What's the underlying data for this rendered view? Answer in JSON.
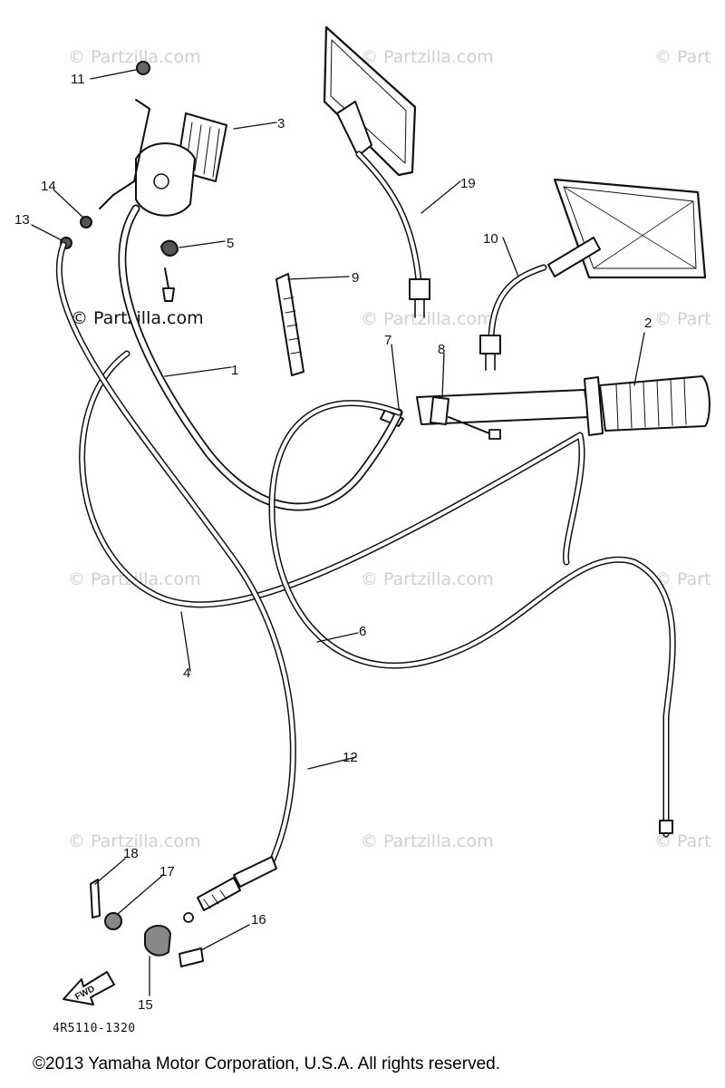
{
  "watermark": "© Partzilla.com",
  "watermark_partial": "© Part",
  "watermark_main": "© Partzilla.com",
  "callouts": [
    "1",
    "2",
    "3",
    "4",
    "5",
    "6",
    "7",
    "8",
    "9",
    "10",
    "11",
    "12",
    "13",
    "14",
    "15",
    "16",
    "17",
    "18",
    "19"
  ],
  "fwd_label": "FWD",
  "diagram_code": "4R5110-1320",
  "copyright": "©2013  Yamaha Motor Corporation, U.S.A. All rights reserved."
}
